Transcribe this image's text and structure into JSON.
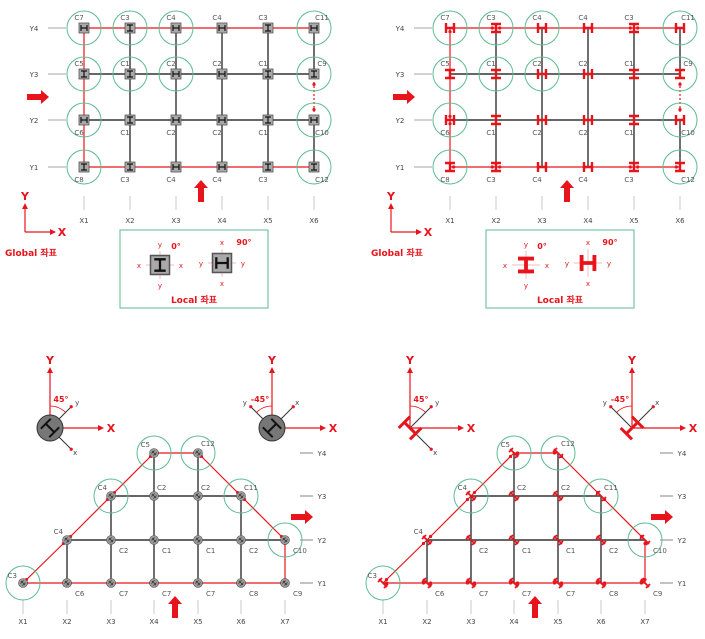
{
  "colors": {
    "red": "#e8141c",
    "circle": "#5dbb8f",
    "grid": "#333333",
    "box": "#a9a9a9"
  },
  "top_grid": {
    "x_labels": [
      "X1",
      "X2",
      "X3",
      "X4",
      "X5",
      "X6"
    ],
    "y_labels": [
      "Y4",
      "Y3",
      "Y2",
      "Y1"
    ],
    "columns": [
      {
        "label": "C7",
        "orient": "H",
        "circle": true
      },
      {
        "label": "C3",
        "orient": "I",
        "circle": true
      },
      {
        "label": "C4",
        "orient": "H",
        "circle": true
      },
      {
        "label": "C4",
        "orient": "H",
        "circle": false
      },
      {
        "label": "C3",
        "orient": "I",
        "circle": false
      },
      {
        "label": "C11",
        "orient": "H",
        "circle": true
      },
      {
        "label": "C5",
        "orient": "I",
        "circle": true
      },
      {
        "label": "C1",
        "orient": "I",
        "circle": true
      },
      {
        "label": "C2",
        "orient": "H",
        "circle": true
      },
      {
        "label": "C2",
        "orient": "H",
        "circle": false
      },
      {
        "label": "C1",
        "orient": "I",
        "circle": false
      },
      {
        "label": "C9",
        "orient": "I",
        "circle": true
      },
      {
        "label": "C6",
        "orient": "H",
        "circle": true
      },
      {
        "label": "C1",
        "orient": "I",
        "circle": false
      },
      {
        "label": "C2",
        "orient": "H",
        "circle": false
      },
      {
        "label": "C2",
        "orient": "H",
        "circle": false
      },
      {
        "label": "C1",
        "orient": "I",
        "circle": false
      },
      {
        "label": "C10",
        "orient": "H",
        "circle": true
      },
      {
        "label": "C8",
        "orient": "I",
        "circle": true
      },
      {
        "label": "C3",
        "orient": "I",
        "circle": false
      },
      {
        "label": "C4",
        "orient": "H",
        "circle": false
      },
      {
        "label": "C4",
        "orient": "H",
        "circle": false
      },
      {
        "label": "C3",
        "orient": "I",
        "circle": false
      },
      {
        "label": "C12",
        "orient": "I",
        "circle": true
      }
    ],
    "global_axis": {
      "y": "Y",
      "x": "X",
      "caption": "Global 좌표"
    },
    "local_legend": {
      "caption": "Local 좌표",
      "angle0": "0°",
      "angle90": "90°",
      "x": "x",
      "y": "y"
    }
  },
  "bottom_grid": {
    "x_labels": [
      "X1",
      "X2",
      "X3",
      "X4",
      "X5",
      "X6",
      "X7"
    ],
    "y_labels": [
      "Y4",
      "Y3",
      "Y2",
      "Y1"
    ],
    "nodes": [
      {
        "label": "C5",
        "col": 3,
        "row": 0,
        "circle": true
      },
      {
        "label": "C12",
        "col": 4,
        "row": 0,
        "circle": true
      },
      {
        "label": "C4",
        "col": 2,
        "row": 1,
        "circle": true
      },
      {
        "label": "C2",
        "col": 3,
        "row": 1,
        "circle": false
      },
      {
        "label": "C2",
        "col": 4,
        "row": 1,
        "circle": false
      },
      {
        "label": "C11",
        "col": 5,
        "row": 1,
        "circle": true
      },
      {
        "label": "C4",
        "col": 1,
        "row": 2,
        "circle": false
      },
      {
        "label": "C2",
        "col": 2,
        "row": 2,
        "circle": false
      },
      {
        "label": "C1",
        "col": 3,
        "row": 2,
        "circle": false
      },
      {
        "label": "C1",
        "col": 4,
        "row": 2,
        "circle": false
      },
      {
        "label": "C2",
        "col": 5,
        "row": 2,
        "circle": false
      },
      {
        "label": "C10",
        "col": 6,
        "row": 2,
        "circle": true
      },
      {
        "label": "C3",
        "col": 0,
        "row": 3,
        "circle": true
      },
      {
        "label": "C6",
        "col": 1,
        "row": 3,
        "circle": false
      },
      {
        "label": "C7",
        "col": 2,
        "row": 3,
        "circle": false
      },
      {
        "label": "C7",
        "col": 3,
        "row": 3,
        "circle": false
      },
      {
        "label": "C7",
        "col": 4,
        "row": 3,
        "circle": false
      },
      {
        "label": "C8",
        "col": 5,
        "row": 3,
        "circle": false
      },
      {
        "label": "C9",
        "col": 6,
        "row": 3,
        "circle": false
      }
    ],
    "rot_axis_left": {
      "Y": "Y",
      "X": "X",
      "angle": "45°",
      "y": "y",
      "x": "x"
    },
    "rot_axis_right": {
      "Y": "Y",
      "X": "X",
      "angle": "-45°",
      "y": "y",
      "x": "x"
    }
  }
}
